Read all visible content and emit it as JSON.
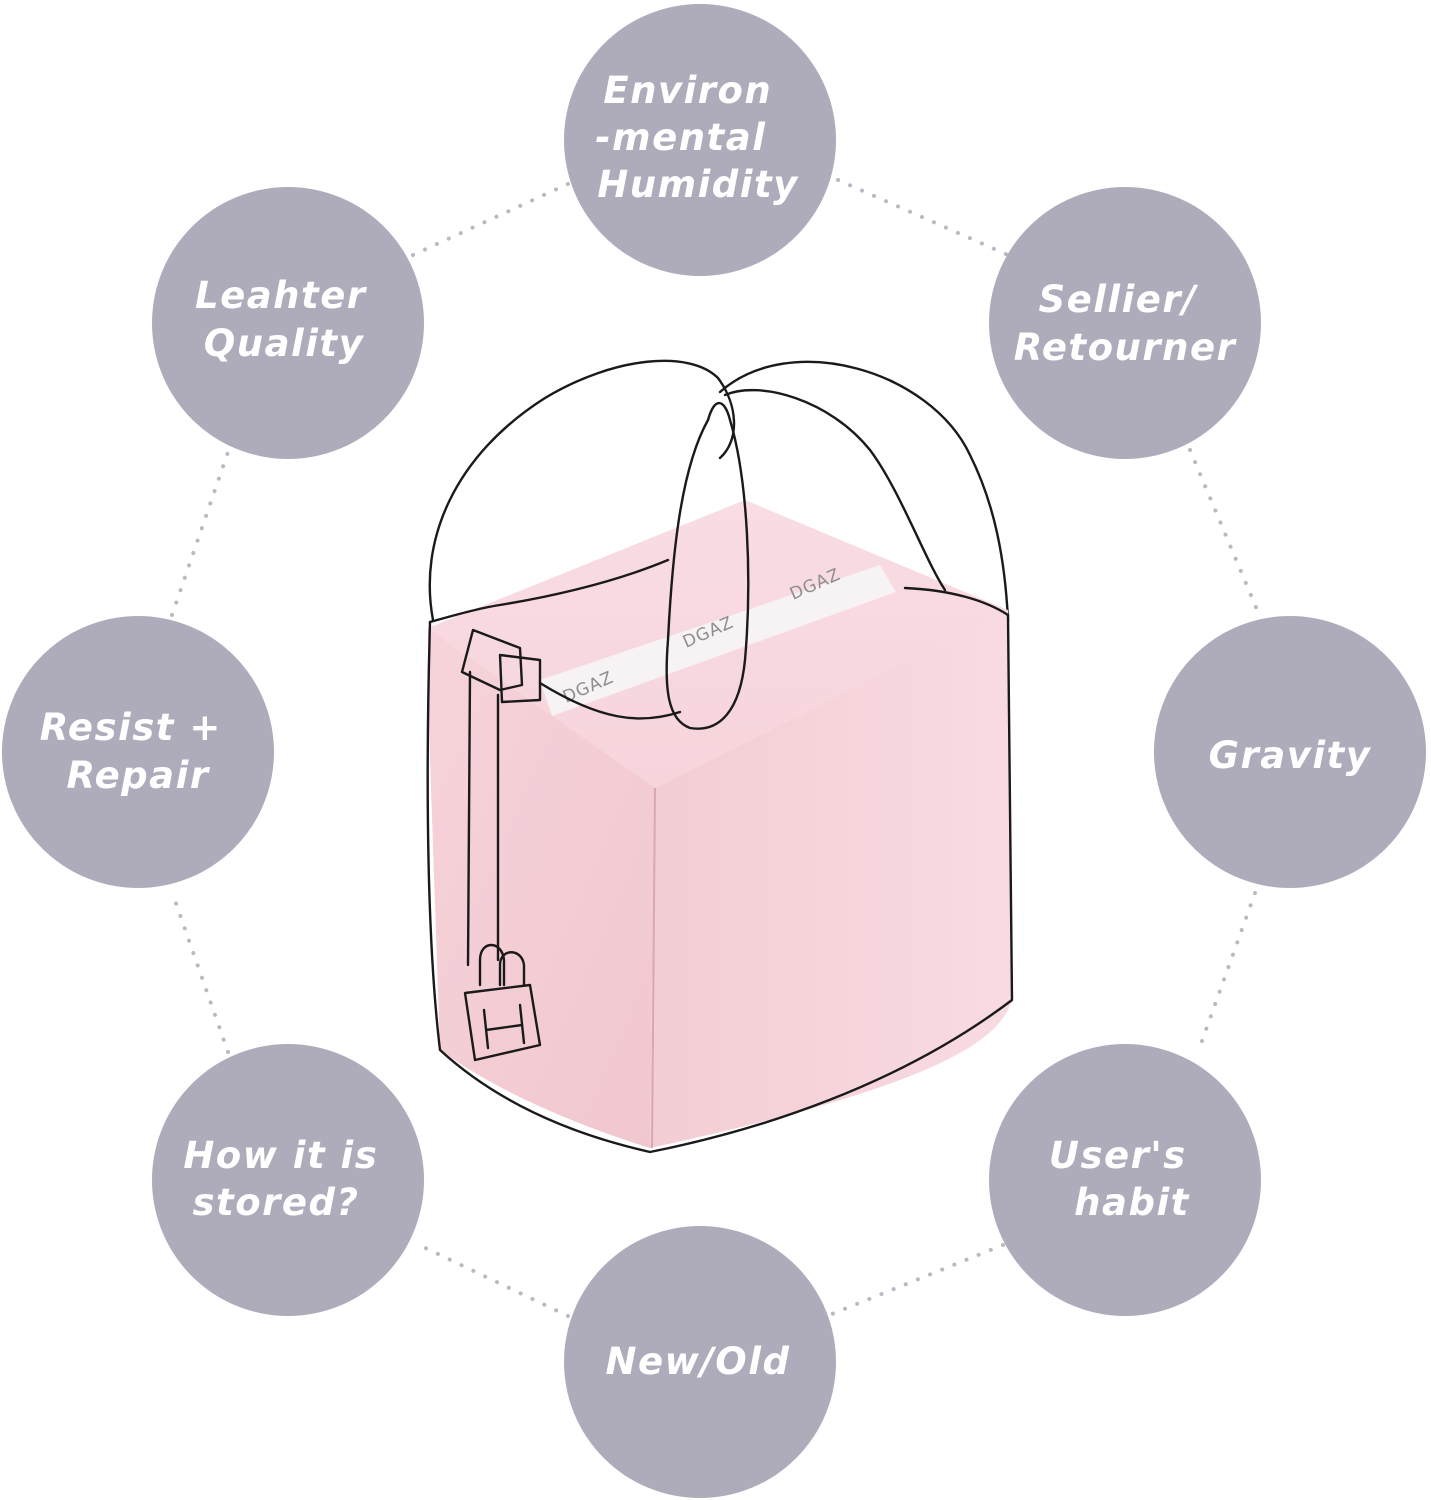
{
  "diagram": {
    "title": "Factors affecting bag shape",
    "center": {
      "object": "Pink bag shaper insert inside a bucket handbag outline",
      "brand_label": "DGAZ",
      "insert_color": "#f5cfd6"
    },
    "colors": {
      "node_fill": "#aeacba",
      "node_text": "#ffffff",
      "connector": "#b9b9c1"
    },
    "nodes": [
      {
        "id": "environmental-humidity",
        "lines": [
          "Environ",
          "-mental",
          "Humidity"
        ]
      },
      {
        "id": "sellier-retourner",
        "lines": [
          "Sellier/",
          "Retourner"
        ]
      },
      {
        "id": "gravity",
        "lines": [
          "Gravity"
        ]
      },
      {
        "id": "users-habit",
        "lines": [
          "User's",
          "habit"
        ]
      },
      {
        "id": "new-old",
        "lines": [
          "New/Old"
        ]
      },
      {
        "id": "how-it-is-stored",
        "lines": [
          "How it is",
          "stored?"
        ]
      },
      {
        "id": "resist-repair",
        "lines": [
          "Resist +",
          "Repair"
        ]
      },
      {
        "id": "leather-quality",
        "lines": [
          "Leahter",
          "Quality"
        ]
      }
    ]
  }
}
